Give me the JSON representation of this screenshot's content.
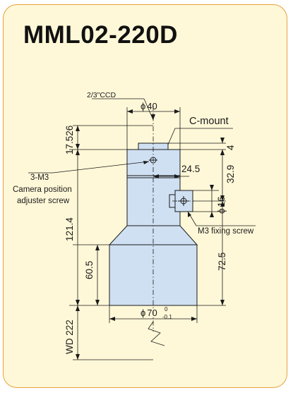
{
  "title": "MML02-220D",
  "colors": {
    "frame": "#e8a23a",
    "background": "#fff8d8",
    "lens_body": "#cfe0f2",
    "line": "#1a1a1a"
  },
  "labels": {
    "sensor": "2/3\"CCD",
    "mount": "C-mount",
    "screw_count": "3-M3",
    "camera_adjuster_1": "Camera position",
    "camera_adjuster_2": "adjuster screw",
    "fixing_screw": "M3 fixing screw"
  },
  "dimensions": {
    "top_diameter_symbol": "ϕ",
    "top_diameter": "40",
    "flange_height": "4",
    "upper_height": "32.9",
    "screw_offset": "24.5",
    "screw_diameter_symbol": "ϕ",
    "screw_diameter": "16",
    "sensor_offset": "17.526",
    "total_length": "121.4",
    "lower_length": "60.5",
    "lower_right": "72.5",
    "base_diameter_symbol": "ϕ",
    "base_diameter": "70",
    "tol_upper": "0",
    "tol_lower": "-0.1",
    "working_distance": "WD 222"
  }
}
